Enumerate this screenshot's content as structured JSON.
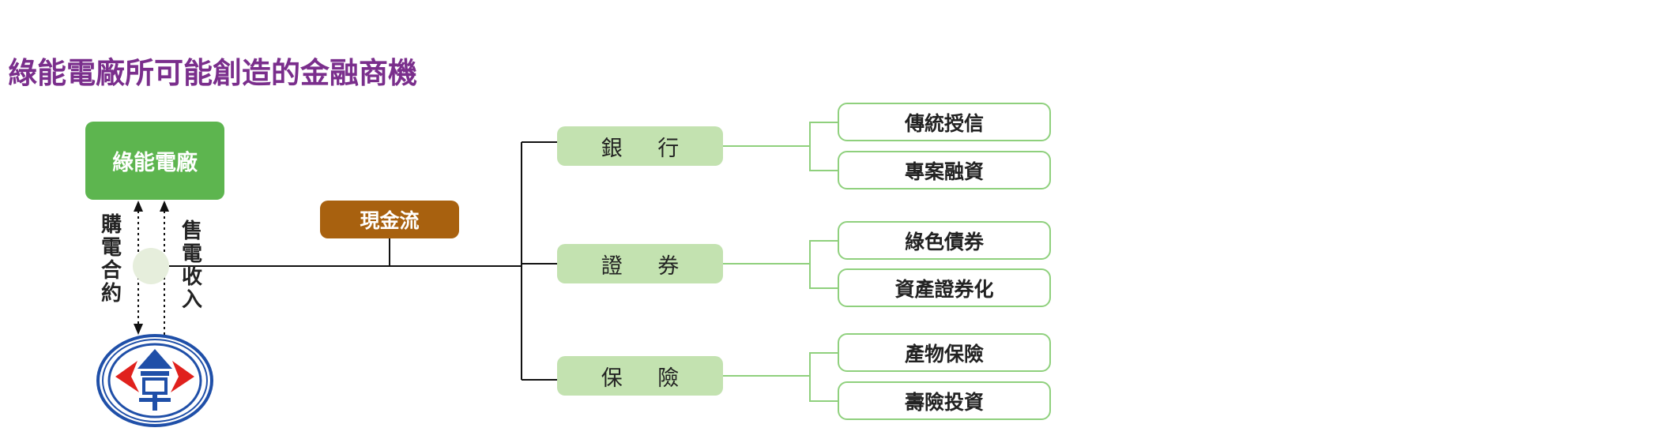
{
  "title": "綠能電廠所可能創造的金融商機",
  "nodes": {
    "plant": "綠能電廠",
    "cash_flow": "現金流",
    "purchase_contract": "購電合約",
    "sales_income": "售電收入"
  },
  "branches": [
    {
      "label": "銀 行",
      "children": [
        "傳統授信",
        "專案融資"
      ]
    },
    {
      "label": "證 券",
      "children": [
        "綠色債券",
        "資產證券化"
      ]
    },
    {
      "label": "保 險",
      "children": [
        "產物保險",
        "壽險投資"
      ]
    }
  ],
  "colors": {
    "title": "#7a2e8c",
    "plant_fill": "#5db54f",
    "cash_fill": "#a8610f",
    "branch_fill": "#c3e2b0",
    "leaf_border": "#8fd07d",
    "logo_blue": "#1f4fa8",
    "logo_red": "#e0211d"
  },
  "icons": {
    "utility_logo": "taipower-logo"
  }
}
